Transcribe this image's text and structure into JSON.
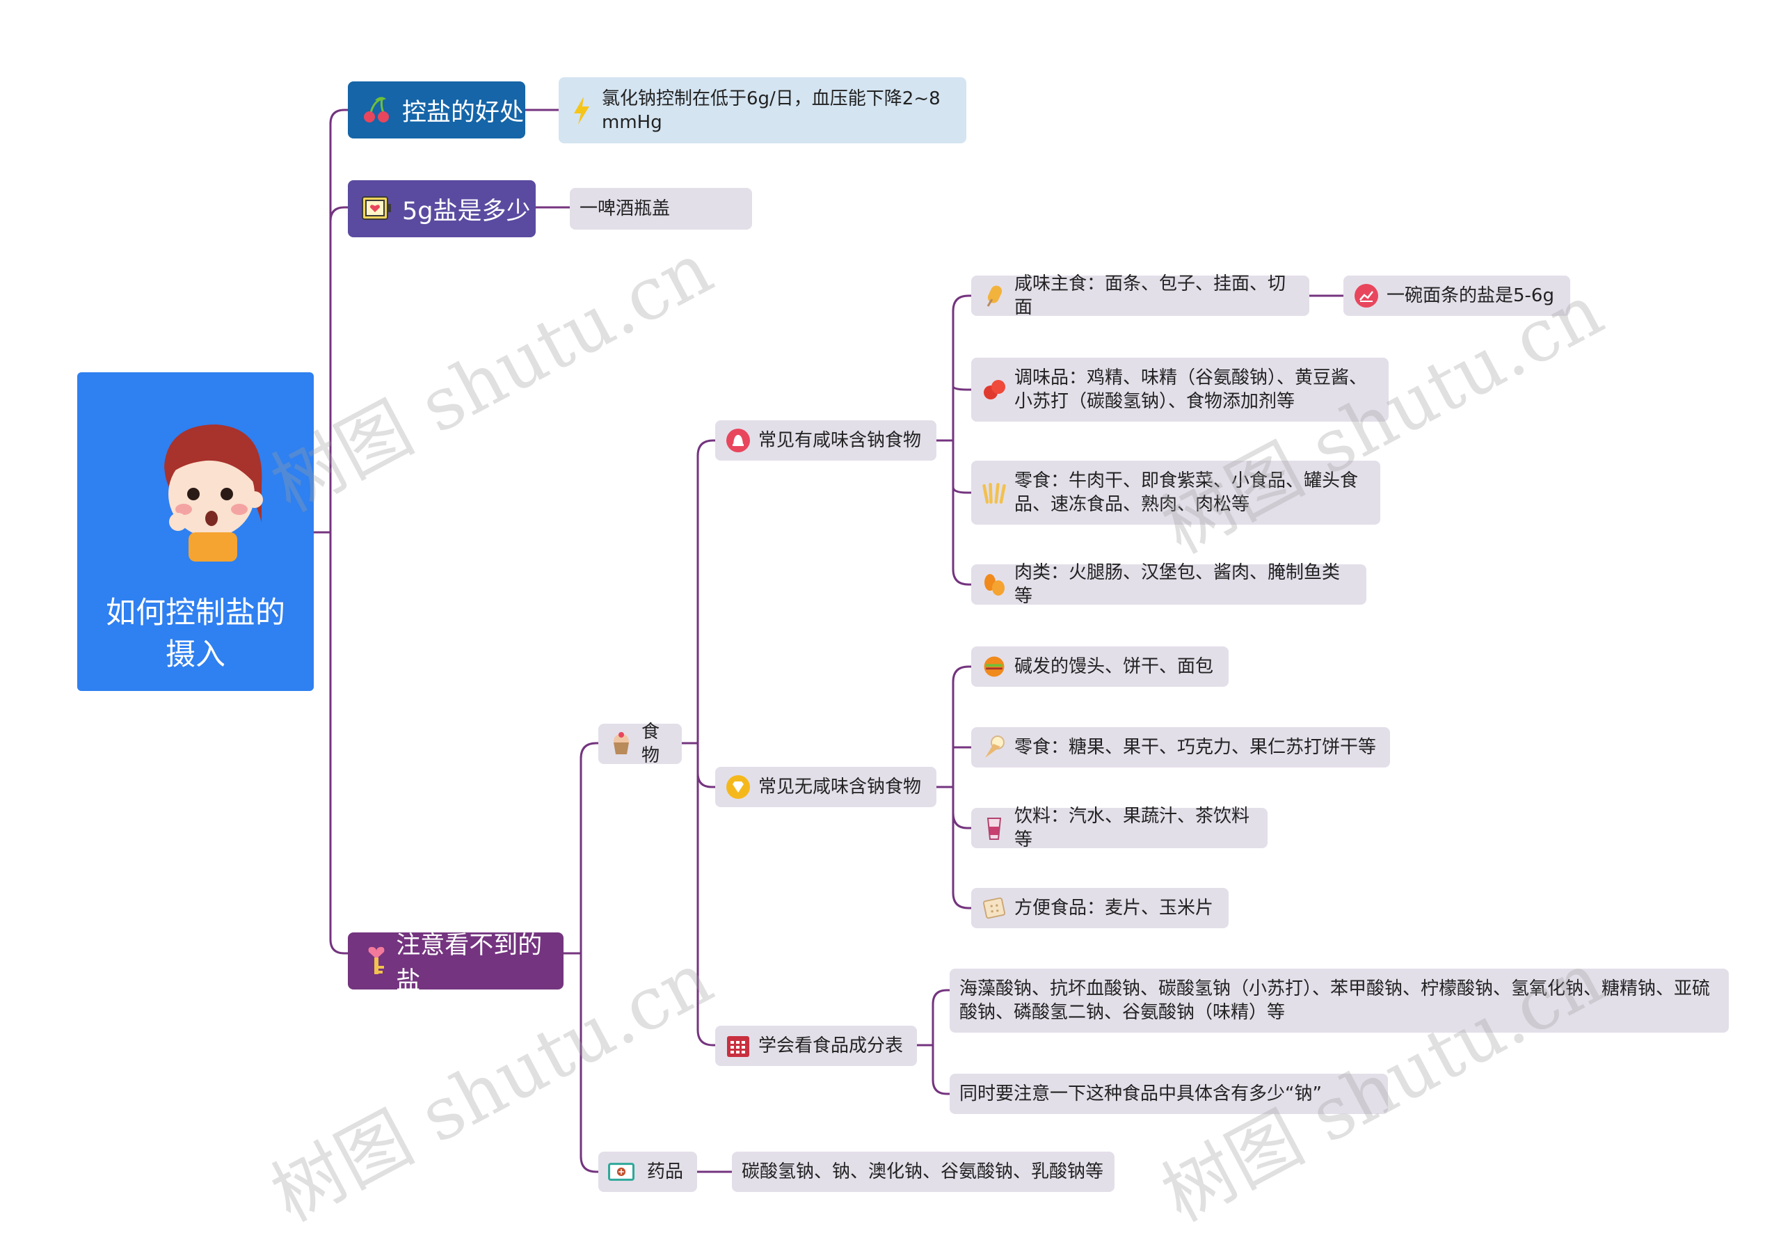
{
  "root": {
    "title": "如何控制盐的摄入"
  },
  "branches": {
    "benefit": {
      "label": "控盐的好处",
      "color": "#1565a8",
      "detail": "氯化钠控制在低于6g/日，血压能下降2~8 mmHg",
      "detail_color": "#d4e4f1"
    },
    "amount": {
      "label": "5g盐是多少",
      "color": "#5a4ba0",
      "detail": "一啤酒瓶盖"
    },
    "hidden": {
      "label": "注意看不到的盐",
      "color": "#74347f",
      "food": {
        "label": "食物",
        "salty": {
          "label": "常见有咸味含钠食物",
          "items": [
            "咸味主食：面条、包子、挂面、切面",
            "调味品：鸡精、味精（谷氨酸钠）、黄豆酱、小苏打（碳酸氢钠）、食物添加剂等",
            "零食：牛肉干、即食紫菜、小食品、罐头食品、速冻食品、熟肉、肉松等",
            "肉类：火腿肠、汉堡包、酱肉、腌制鱼类等"
          ],
          "noodle_note": "一碗面条的盐是5-6g"
        },
        "non_salty": {
          "label": "常见无咸味含钠食物",
          "items": [
            "碱发的馒头、饼干、面包",
            "零食：糖果、果干、巧克力、果仁苏打饼干等",
            "饮料：汽水、果蔬汁、茶饮料等",
            "方便食品：麦片、玉米片"
          ]
        },
        "label_table": {
          "label": "学会看食品成分表",
          "items": [
            "海藻酸钠、抗坏血酸钠、碳酸氢钠（小苏打）、苯甲酸钠、柠檬酸钠、氢氧化钠、糖精钠、亚硫酸钠、磷酸氢二钠、谷氨酸钠（味精）等",
            "同时要注意一下这种食品中具体含有多少“钠”"
          ]
        }
      },
      "medicine": {
        "label": "药品",
        "detail": "碳酸氢钠、钠、澳化钠、谷氨酸钠、乳酸钠等"
      }
    }
  },
  "watermark": "树图 shutu.cn",
  "colors": {
    "line": "#74347f",
    "leaf_bg": "#e3dfe9"
  },
  "icons": {
    "benefit": "cherries-icon",
    "amount": "tv-heart-icon",
    "hidden": "heart-key-icon",
    "food": "cupcake-icon",
    "medicine": "medicine-box-icon",
    "salty": "bell-icon",
    "non_salty": "diamond-icon",
    "label_table": "calendar-icon",
    "noodle": "chart-icon"
  }
}
